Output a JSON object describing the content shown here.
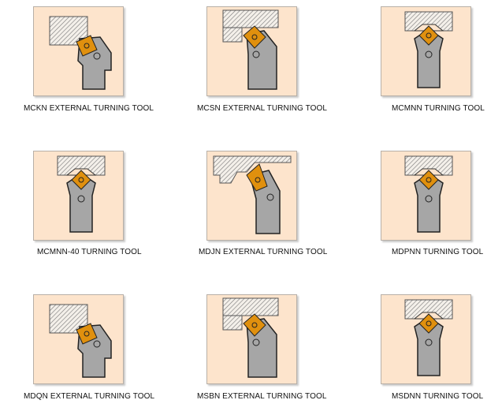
{
  "tools": [
    {
      "label": "MCKN EXTERNAL TURNING TOOL",
      "variant": "angled"
    },
    {
      "label": "MCSN EXTERNAL TURNING TOOL",
      "variant": "side"
    },
    {
      "label": "MCMNN TURNING TOOL",
      "variant": "center"
    },
    {
      "label": "MCMNN-40 TURNING TOOL",
      "variant": "center"
    },
    {
      "label": "MDJN EXTERNAL TURNING TOOL",
      "variant": "profile"
    },
    {
      "label": "MDPNN TURNING TOOL",
      "variant": "center"
    },
    {
      "label": "MDQN EXTERNAL TURNING TOOL",
      "variant": "angled"
    },
    {
      "label": "MSBN EXTERNAL TURNING TOOL",
      "variant": "side"
    },
    {
      "label": "MSDNN TURNING TOOL",
      "variant": "center"
    }
  ],
  "colors": {
    "tile_bg": "#fde4cc",
    "holder": "#a6a6a6",
    "insert": "#e0900e"
  }
}
